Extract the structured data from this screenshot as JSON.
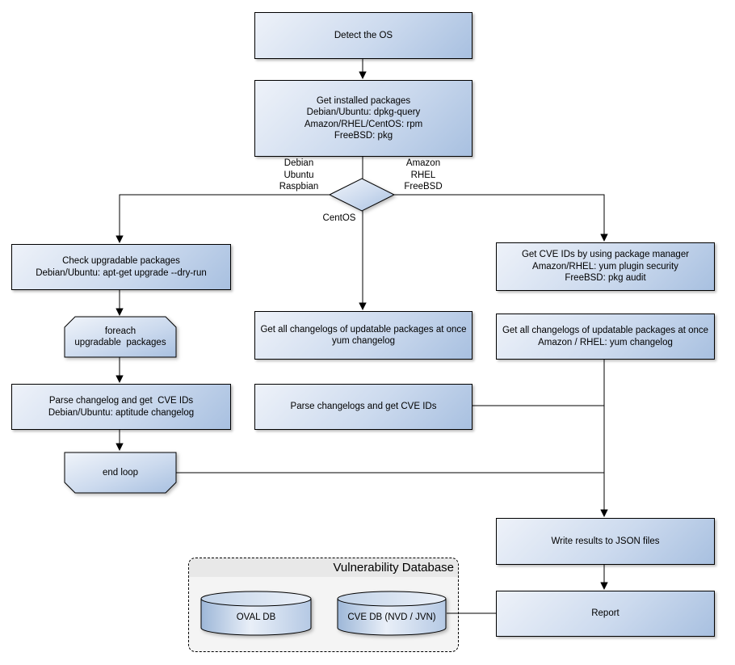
{
  "diagram": {
    "nodes": {
      "detect_os": "Detect the OS",
      "get_installed": "Get installed packages\nDebian/Ubuntu: dpkg-query\nAmazon/RHEL/CentOS: rpm\nFreeBSD: pkg",
      "check_upgradable": "Check upgradable packages\nDebian/Ubuntu: apt-get upgrade --dry-run",
      "foreach_loop": "foreach\nupgradable  packages",
      "parse_changelog_deb": "Parse changelog and get  CVE IDs\nDebian/Ubuntu: aptitude changelog",
      "end_loop": "end loop",
      "get_changelogs_centos": "Get all changelogs of updatable packages at once\nyum changelog",
      "parse_changelogs_centos": "Parse changelogs and get CVE IDs",
      "get_cve_ids_pkg": "Get CVE IDs by using package manager\nAmazon/RHEL: yum plugin security\nFreeBSD: pkg audit",
      "get_changelogs_amazon": "Get all changelogs of updatable packages at once\nAmazon / RHEL: yum changelog",
      "write_json": "Write results to JSON files",
      "report": "Report"
    },
    "branch_labels": {
      "debian": "Debian\nUbuntu\nRaspbian",
      "amazon": "Amazon\nRHEL\nFreeBSD",
      "centos": "CentOS"
    },
    "database_group": {
      "title": "Vulnerability Database",
      "databases": [
        "OVAL DB",
        "CVE DB (NVD / JVN)"
      ]
    },
    "colors": {
      "node_gradient_start": "#eef2f9",
      "node_gradient_end": "#a8c0e0",
      "node_border": "#000000",
      "connector": "#000000",
      "group_fill": "#f4f4f4",
      "group_header_fill": "#e8e8e8"
    }
  }
}
